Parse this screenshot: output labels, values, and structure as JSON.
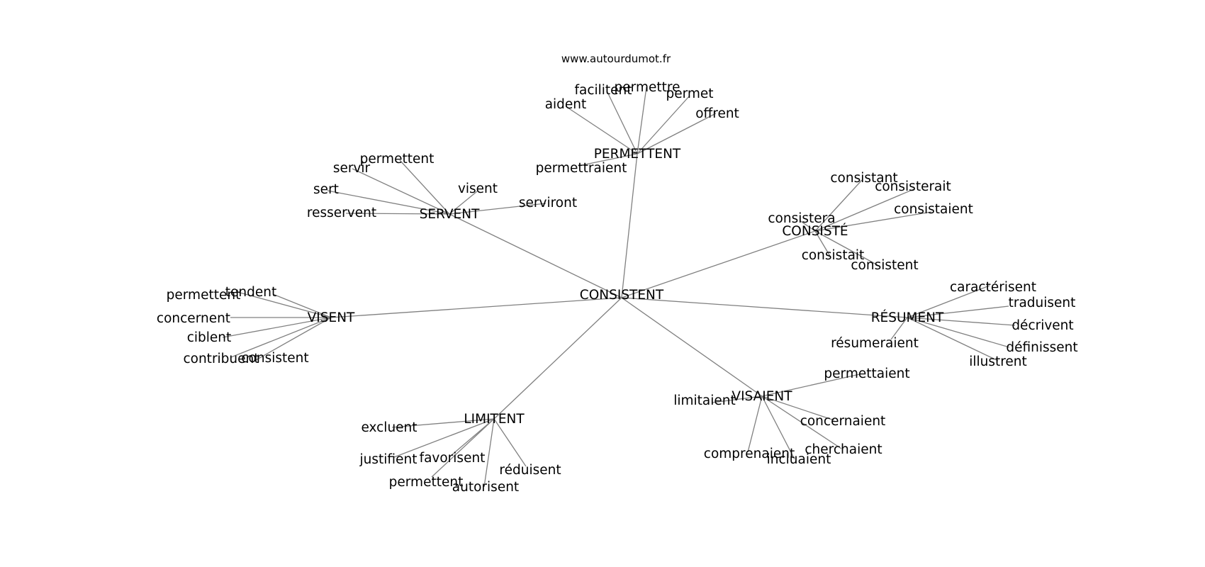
{
  "site": "www.autourdumot.fr",
  "center": "CONSISTENT",
  "groups": [
    {
      "hub": "PERMETTENT",
      "leaves": [
        "aident",
        "facilitent",
        "permettre",
        "permet",
        "offrent",
        "permettraient"
      ]
    },
    {
      "hub": "SERVENT",
      "leaves": [
        "permettent",
        "servir",
        "sert",
        "resservent",
        "visent",
        "serviront"
      ]
    },
    {
      "hub": "CONSISTÉ",
      "leaves": [
        "consistant",
        "consisterait",
        "consistaient",
        "consistera",
        "consistait",
        "consistent"
      ]
    },
    {
      "hub": "VISENT",
      "leaves": [
        "permettent",
        "tendent",
        "concernent",
        "ciblent",
        "contribuent",
        "consistent"
      ]
    },
    {
      "hub": "RÉSUMENT",
      "leaves": [
        "caractérisent",
        "traduisent",
        "décrivent",
        "définissent",
        "illustrent",
        "résumeraient"
      ]
    },
    {
      "hub": "VISAIENT",
      "leaves": [
        "permettaient",
        "limitaient",
        "concernaient",
        "cherchaient",
        "comprenaient",
        "incluaient"
      ]
    },
    {
      "hub": "LIMITENT",
      "leaves": [
        "excluent",
        "justifient",
        "favorisent",
        "réduisent",
        "permettent",
        "autorisent"
      ]
    }
  ]
}
